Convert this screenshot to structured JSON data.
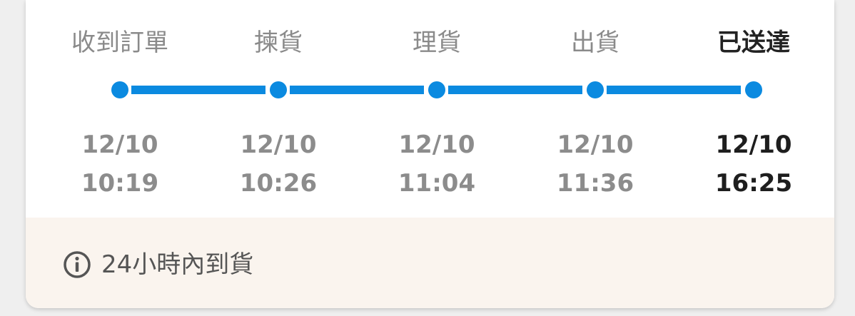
{
  "shipment": {
    "steps": [
      {
        "label": "收到訂單",
        "date": "12/10",
        "time": "10:19",
        "active": false
      },
      {
        "label": "揀貨",
        "date": "12/10",
        "time": "10:26",
        "active": false
      },
      {
        "label": "理貨",
        "date": "12/10",
        "time": "11:04",
        "active": false
      },
      {
        "label": "出貨",
        "date": "12/10",
        "time": "11:36",
        "active": false
      },
      {
        "label": "已送達",
        "date": "12/10",
        "time": "16:25",
        "active": true
      }
    ],
    "notice": {
      "icon": "info-icon",
      "text": "24小時內到貨"
    },
    "colors": {
      "progress": "#0b8ae0",
      "notice_bg": "#faf4ee"
    }
  }
}
